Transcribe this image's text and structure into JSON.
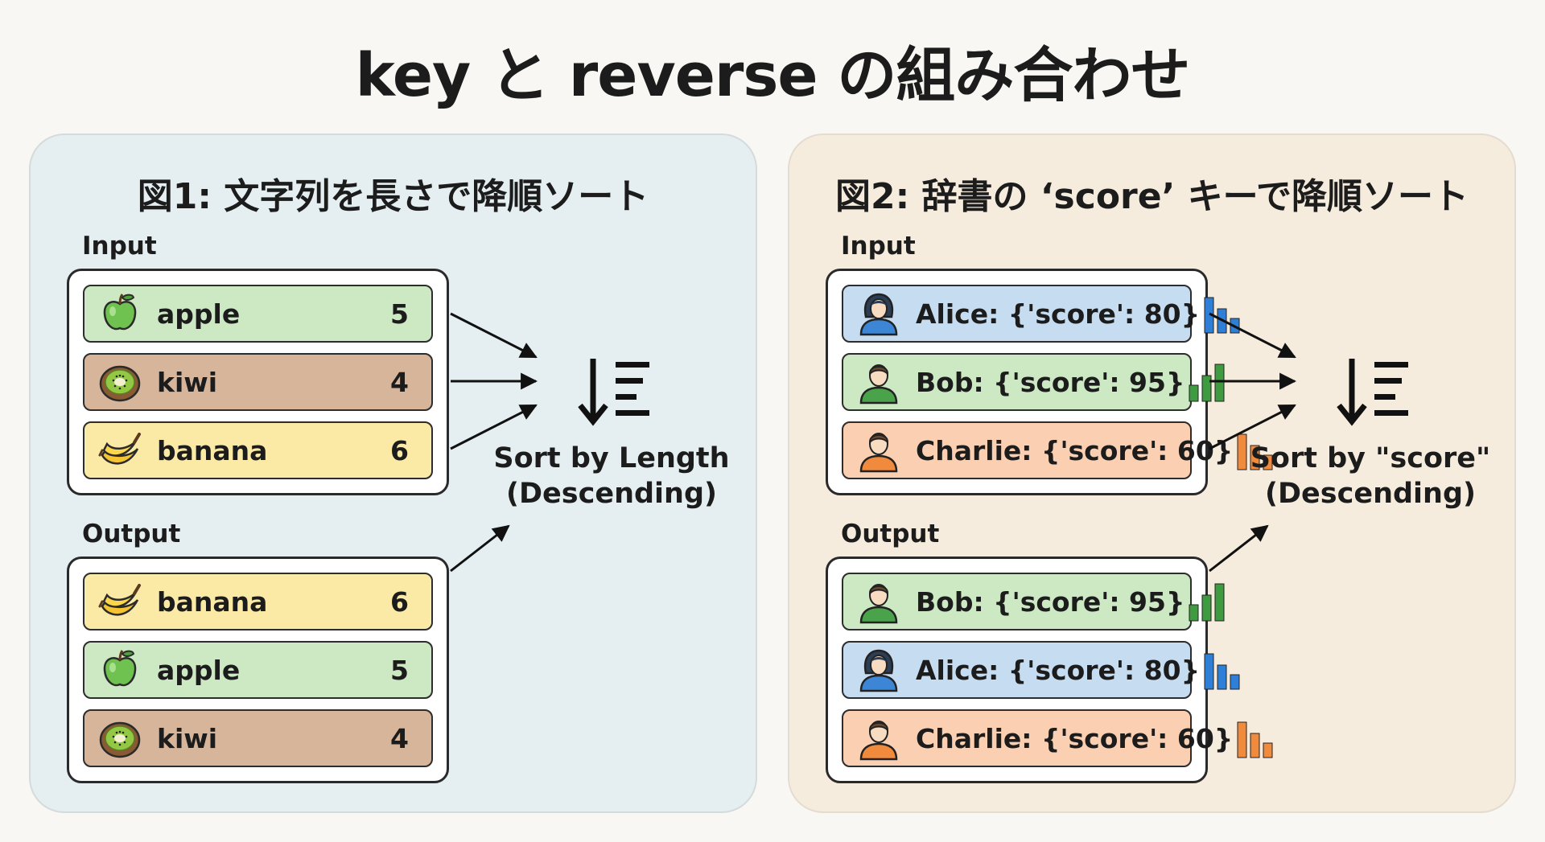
{
  "title": "key と reverse の組み合わせ",
  "left_panel": {
    "title": "図1: 文字列を長さで降順ソート",
    "input_label": "Input",
    "output_label": "Output",
    "input_rows": [
      {
        "fruit": "apple",
        "icon": "apple-icon",
        "length": "5",
        "color": "#cce9c4"
      },
      {
        "fruit": "kiwi",
        "icon": "kiwi-icon",
        "length": "4",
        "color": "#d6b59a"
      },
      {
        "fruit": "banana",
        "icon": "banana-icon",
        "length": "6",
        "color": "#fbeaa6"
      }
    ],
    "output_rows": [
      {
        "fruit": "banana",
        "icon": "banana-icon",
        "length": "6",
        "color": "#fbeaa6"
      },
      {
        "fruit": "apple",
        "icon": "apple-icon",
        "length": "5",
        "color": "#cce9c4"
      },
      {
        "fruit": "kiwi",
        "icon": "kiwi-icon",
        "length": "4",
        "color": "#d6b59a"
      }
    ],
    "sort_line1": "Sort by Length",
    "sort_line2": "(Descending)"
  },
  "right_panel": {
    "title": "図2: 辞書の ‘score’ キーで降順ソート",
    "input_label": "Input",
    "output_label": "Output",
    "input_rows": [
      {
        "text": "Alice: {'score': 80}",
        "icon": "person-female-icon",
        "bars": "bar-chart-icon",
        "color": "#c6dcf1"
      },
      {
        "text": "Bob: {'score': 95}",
        "icon": "person-male-icon",
        "bars": "bar-chart-icon",
        "color": "#cce9c4"
      },
      {
        "text": "Charlie: {'score': 60}",
        "icon": "person-male-icon",
        "bars": "bar-chart-icon",
        "color": "#fbd0b2"
      }
    ],
    "output_rows": [
      {
        "text": "Bob: {'score': 95}",
        "icon": "person-male-icon",
        "bars": "bar-chart-icon",
        "color": "#cce9c4"
      },
      {
        "text": "Alice: {'score': 80}",
        "icon": "person-female-icon",
        "bars": "bar-chart-icon",
        "color": "#c6dcf1"
      },
      {
        "text": "Charlie: {'score': 60}",
        "icon": "person-male-icon",
        "bars": "bar-chart-icon",
        "color": "#fbd0b2"
      }
    ],
    "sort_line1": "Sort by \"score\"",
    "sort_line2": "(Descending)"
  }
}
